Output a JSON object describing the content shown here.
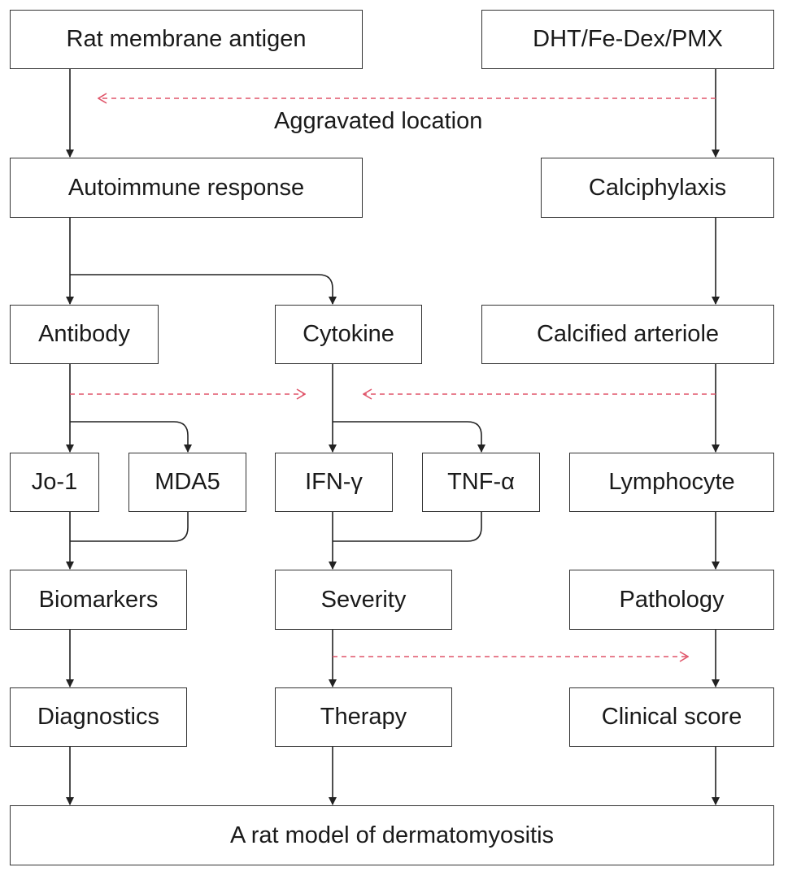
{
  "nodes": {
    "rat_membrane_antigen": "Rat membrane antigen",
    "dht_fedex_pmx": "DHT/Fe-Dex/PMX",
    "autoimmune_response": "Autoimmune response",
    "calciphylaxis": "Calciphylaxis",
    "antibody": "Antibody",
    "cytokine": "Cytokine",
    "calcified_arteriole": "Calcified arteriole",
    "jo1": "Jo-1",
    "mda5": "MDA5",
    "ifn_gamma": "IFN-γ",
    "tnf_alpha": "TNF-α",
    "lymphocyte": "Lymphocyte",
    "biomarkers": "Biomarkers",
    "severity": "Severity",
    "pathology": "Pathology",
    "diagnostics": "Diagnostics",
    "therapy": "Therapy",
    "clinical_score": "Clinical score",
    "rat_model": "A rat model of dermatomyositis"
  },
  "labels": {
    "aggravated_location": "Aggravated location"
  },
  "colors": {
    "solid_arrow": "#222222",
    "dashed_arrow": "#e0556a"
  }
}
